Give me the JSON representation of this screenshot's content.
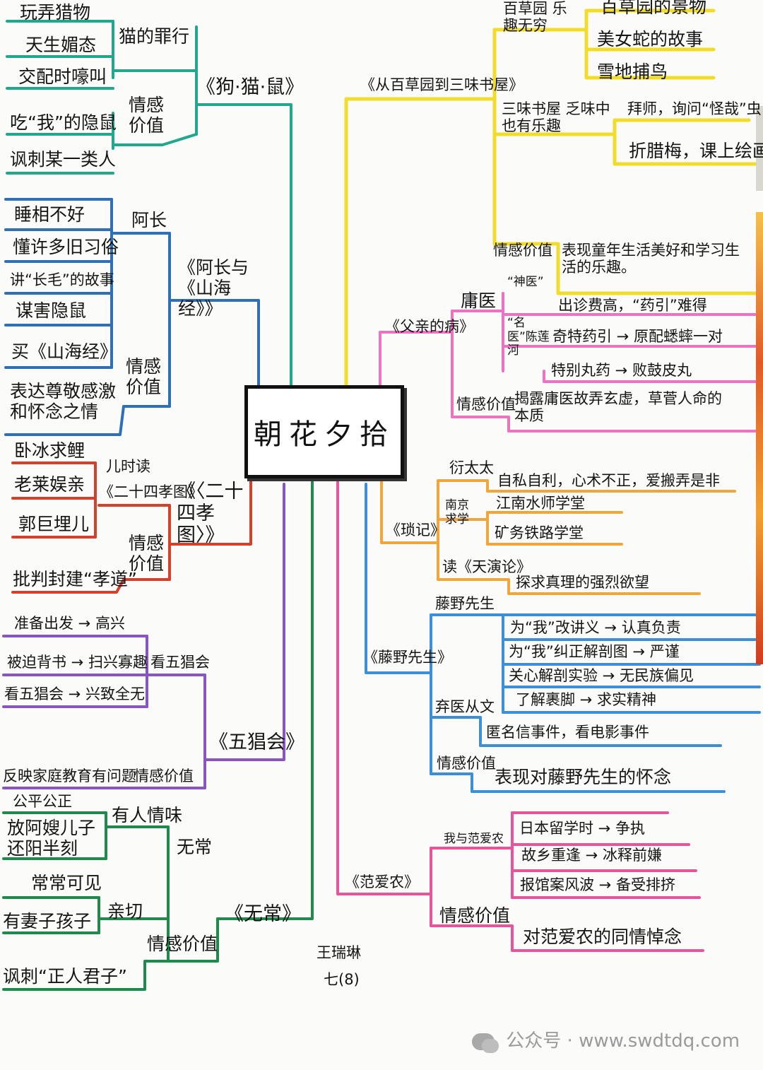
{
  "center": {
    "title": "朝花夕拾"
  },
  "colors": {
    "teal": "#1fa88c",
    "blue": "#2e6fb7",
    "red": "#d6402a",
    "purple": "#8a55c0",
    "green": "#1f8a4c",
    "yellow": "#f2dc2a",
    "pink": "#ee72c4",
    "orange": "#f0a63a",
    "sky": "#3b8fd8",
    "magenta": "#e8549a"
  },
  "branches": {
    "gou_mao_shu": {
      "title": "《狗·猫·鼠》",
      "node_zui": "猫的罪行",
      "zui_items": [
        "玩弄猎物",
        "天生媚态",
        "交配时嚎叫"
      ],
      "node_qg": "情感价值",
      "qg_items": [
        "吃“我”的隐鼠",
        "讽刺某一类人"
      ]
    },
    "a_chang": {
      "title": "《阿长与《山海经》》",
      "node_ac": "阿长",
      "ac_items": [
        "睡相不好",
        "懂许多旧习俗",
        "讲“长毛”的故事",
        "谋害隐鼠",
        "买《山海经》"
      ],
      "node_qg": "情感价值",
      "qg_text": "表达尊敬感激和怀念之情"
    },
    "er_shi_si": {
      "title": "《〈二十四孝图〉》",
      "node_ershisi": "《二十四孝图》",
      "node_read": "儿时读",
      "read_items": [
        "卧冰求鲤",
        "老莱娱亲",
        "郭巨埋儿"
      ],
      "node_qg": "情感价值",
      "qg_text": "批判封建“孝道”"
    },
    "wu_chang_hui": {
      "title": "《五猖会》",
      "node_kan": "看五猖会",
      "kan_items": [
        "准备出发 → 高兴",
        "被迫背书 → 扫兴寡趣",
        "看五猖会 → 兴致全无"
      ],
      "qg_text": "反映家庭教育有问题",
      "node_qg": "情感价值"
    },
    "wu_chang": {
      "title": "《无常》",
      "node_wc": "无常",
      "node_rq": "有人情味",
      "rq_items": [
        "公平公正",
        "放阿嫂儿子还阳半刻"
      ],
      "node_qie": "亲切",
      "qie_items": [
        "常常可见",
        "有妻子孩子"
      ],
      "node_qg": "情感价值",
      "qg_text": "讽刺“正人君子”"
    },
    "bai_cao_yuan": {
      "title": "《从百草园到三味书屋》",
      "node_bcy": "百草园 乐趣无穷",
      "bcy_items": [
        "百草园的景物",
        "美女蛇的故事",
        "雪地捕鸟"
      ],
      "node_sw": "三味书屋 乏味中也有乐趣",
      "sw_items": [
        "拜师，询问“怪哉”虫",
        "折腊梅，课上绘画"
      ],
      "node_qg": "情感价值",
      "qg_text": "表现童年生活美好和学习生活的乐趣。"
    },
    "fu_qin": {
      "title": "《父亲的病》",
      "node_yong": "庸医",
      "node_sc": "“神医”",
      "node_ming": "“名医”陈莲河",
      "yong_items": [
        "出诊费高，“药引”难得",
        "奇特药引 → 原配蟋蟀一对",
        "特别丸药 → 败鼓皮丸"
      ],
      "node_qg": "情感价值",
      "qg_text": "揭露庸医故弄玄虚，草菅人命的本质"
    },
    "suo_ji": {
      "title": "《琐记》",
      "node_yan": "衍太太",
      "yan_text": "自私自利，心术不正，爱搬弄是非",
      "node_nj": "南京求学",
      "nj_items": [
        "江南水师学堂",
        "矿务铁路学堂"
      ],
      "node_du": "读《天演论》",
      "du_text": "探求真理的强烈欲望"
    },
    "teng_ye": {
      "title": "《藤野先生》",
      "node_ty": "藤野先生",
      "ty_items": [
        "为“我”改讲义 → 认真负责",
        "为“我”纠正解剖图 → 严谨",
        "关心解剖实验 → 无民族偏见",
        "了解裹脚 → 求实精神"
      ],
      "node_qy": "弃医从文",
      "qy_text": "匿名信事件，看电影事件",
      "node_qg": "情感价值",
      "qg_text": "表现对藤野先生的怀念"
    },
    "fan_ai_nong": {
      "title": "《范爱农》",
      "node_wy": "我与范爱农",
      "wy_items": [
        "日本留学时 → 争执",
        "故乡重逢 → 冰释前嫌",
        "报馆案风波 → 备受排挤"
      ],
      "node_qg": "情感价值",
      "qg_text": "对范爱农的同情悼念"
    }
  },
  "signature": {
    "name": "王瑞琳",
    "class": "七(8)"
  },
  "watermark": {
    "brand": "公众号 ·",
    "site": "www.swdtdq.com"
  }
}
